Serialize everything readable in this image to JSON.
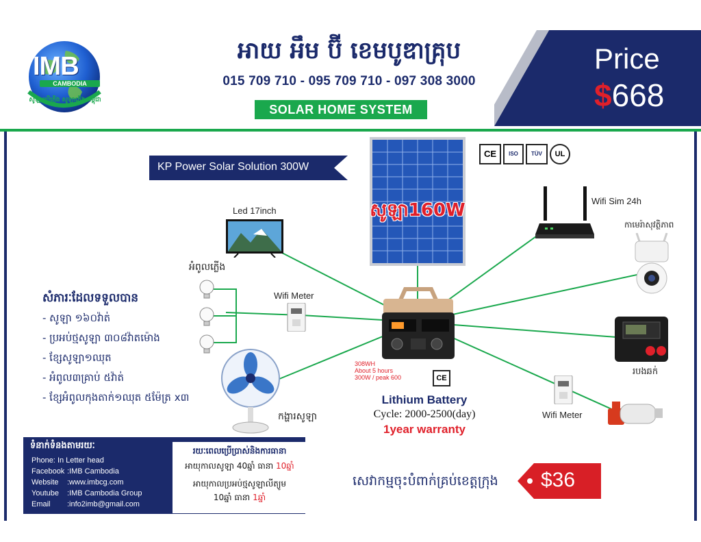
{
  "logo": {
    "brand": "IMB",
    "subtitle": "CAMBODIA",
    "ring_text": "សូឡាប្រើភ្លើង សូឡាភ្លើង កម្ពុជា"
  },
  "header": {
    "company_name": "អាយ អឹម ប៊ី ខេមបូឌាគ្រុប",
    "phones": "015 709 710 - 095 709 710 - 097 308 3000",
    "product_type": "SOLAR HOME SYSTEM"
  },
  "price": {
    "label": "Price",
    "currency": "$",
    "amount": "668"
  },
  "kp_banner": "KP Power Solar Solution 300W",
  "panel_label": "សូឡា160W",
  "certs": [
    "CE",
    "ISO",
    "TÜV",
    "UL"
  ],
  "devices": {
    "led": "Led 17inch",
    "bulbs": "អំពូលភ្លើង",
    "wifi_meter_left": "Wifi Meter",
    "fan": "កង្ហារសូឡា",
    "router": "Wifi Sim 24h",
    "camera": "កាមេរ៉ាសុវត្ថិភាព",
    "controller": "របងឆក់",
    "wifi_meter_right": "Wifi Meter"
  },
  "battery": {
    "spec": [
      "308WH",
      "About 5 hours",
      "300W / peak 600"
    ],
    "ce": "CE",
    "title": "Lithium  Battery",
    "cycle": "Cycle: 2000-2500(day)",
    "warranty": "1year warranty"
  },
  "features": {
    "heading": "សំភារៈដែលទទួលបាន",
    "items": [
      "- សូឡា ១៦០វ៉ាត់",
      "- ប្រអប់ថ្មសូឡា ៣០៨វ៉ាតម៉ោង",
      "- ខ្សែសូឡា១ឈុត",
      "- អំពូល៣គ្រាប់ ៥វ៉ាត់",
      "- ខ្សែអំពូលកុងតាក់១ឈុត ៥ម៉ែត្រ x៣"
    ]
  },
  "contact": {
    "heading": "ទំនាក់ទំនងតាមរយៈ",
    "rows": [
      {
        "label": "Phone:",
        "value": "In Letter head"
      },
      {
        "label": "Facebook",
        "value": ":IMB Cambodia"
      },
      {
        "label": "Website",
        "value": ":www.imbcg.com"
      },
      {
        "label": "Youtube",
        "value": ":IMB Cambodia Group"
      },
      {
        "label": "Email",
        "value": ":info2imb@gmail.com"
      }
    ]
  },
  "warranty": {
    "heading": "រយៈពេលប្រើប្រាស់និងការធានា",
    "line1_a": "អាយុកាលសូឡា 40ឆ្នាំ ធានា ",
    "line1_b": "10ឆ្នាំ",
    "line2": "អាយុកាលប្រអប់ថ្មសូឡាលីត្យូម",
    "line3_a": "10ឆ្នាំ ធានា ",
    "line3_b": "1ឆ្នាំ"
  },
  "delivery": {
    "text": "សេវាកម្មចុះបំពាក់គ្រប់ខេត្តក្រុង",
    "price": "$36"
  },
  "colors": {
    "navy": "#1b2a6b",
    "green": "#1aa84d",
    "red": "#e0202a"
  }
}
